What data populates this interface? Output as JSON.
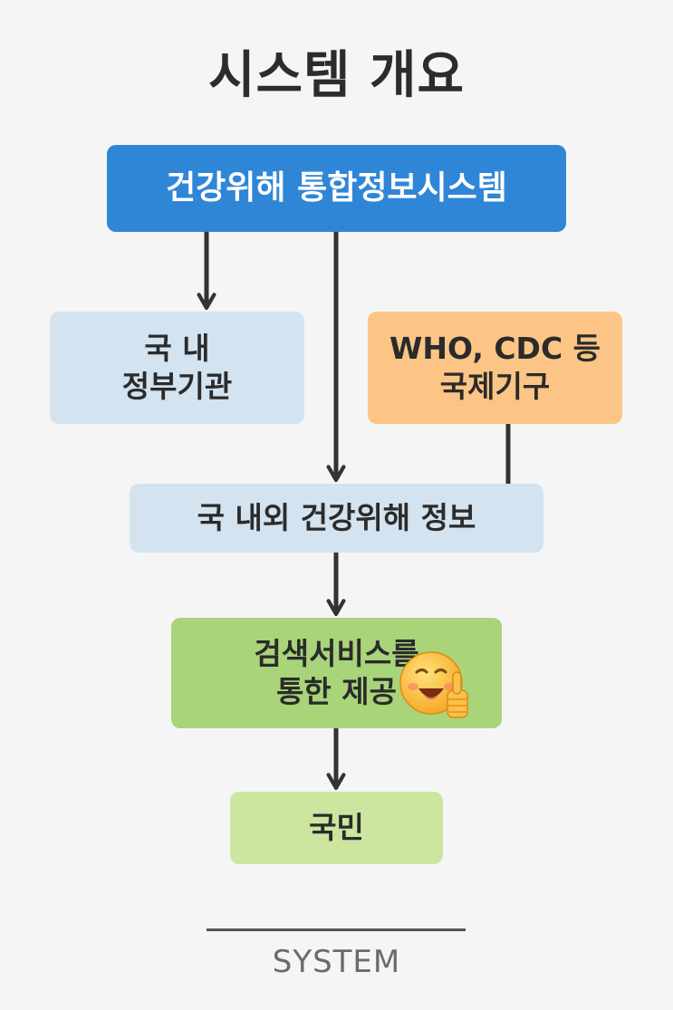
{
  "title": "시스템 개요",
  "nodes": {
    "system": "건강위해 통합정보시스템",
    "domestic_line1": "국 내",
    "domestic_line2": "정부기관",
    "intl_line1": "WHO, CDC 등",
    "intl_line2": "국제기구",
    "info": "국 내외 건강위해 정보",
    "search_line1": "검색서비스를",
    "search_line2": "통한 제공",
    "citizen": "국민"
  },
  "footer": {
    "label": "SYSTEM"
  },
  "decoration": {
    "emoji": "smiling-face-thumbs-up-icon"
  },
  "colors": {
    "system_box": "#2f86d6",
    "light_blue_box": "#d3e3ef",
    "orange_box": "#fdc585",
    "green_box": "#a9d47a",
    "light_green_box": "#cde69f",
    "arrow": "#333333"
  }
}
